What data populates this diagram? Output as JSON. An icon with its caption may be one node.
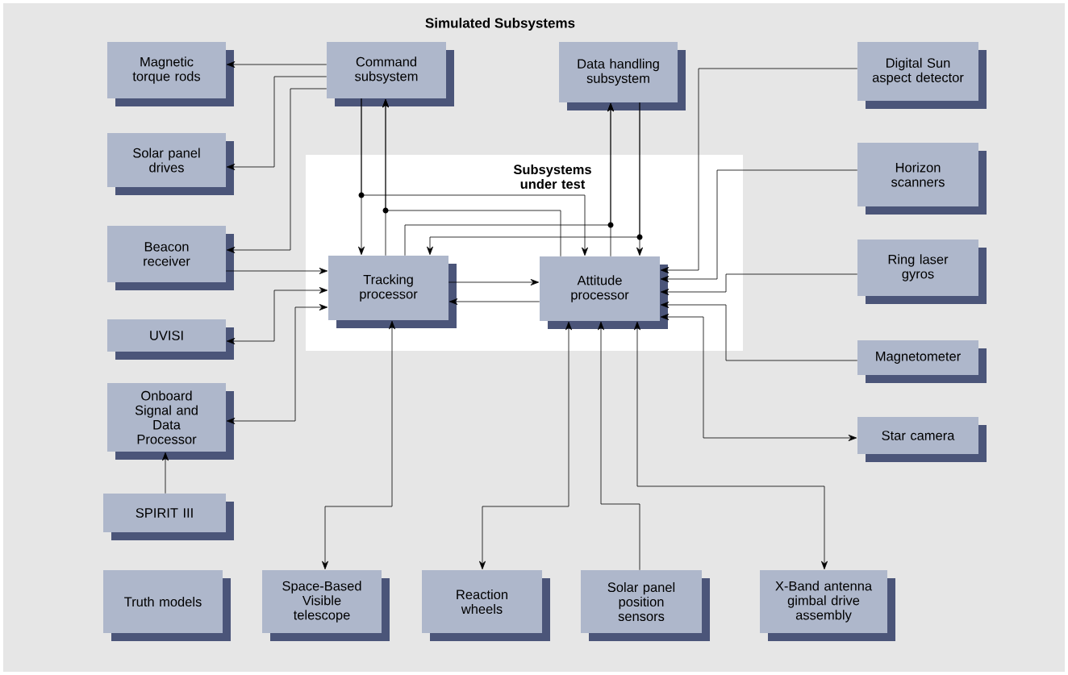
{
  "diagram": {
    "title": "Simulated Subsystems",
    "nodes": [
      {
        "text": [
          "Magnetic torque rods"
        ]
      },
      {
        "text": [
          "Command subsystem"
        ]
      },
      {
        "text": [
          "Data handling subsystem"
        ]
      },
      {
        "text": [
          "Digital Sun aspect detector"
        ]
      },
      {
        "text": [
          "Solar panel drives"
        ]
      },
      {
        "text": [
          "Subsystems under test"
        ]
      },
      {
        "text": [
          "Tracking processor"
        ],
        "in": 5
      },
      {
        "text": [
          "Attitude processor"
        ],
        "in": 5
      },
      {
        "text": [
          "Horizon scanners"
        ]
      },
      {
        "text": [
          "Beacon receiver"
        ]
      },
      {
        "text": [
          "Ring laser gyros"
        ]
      },
      {
        "text": [
          "UVISI"
        ]
      },
      {
        "text": [
          "Magnetometer"
        ]
      },
      {
        "text": [
          "Onboard Signal and Data Processor"
        ]
      },
      {
        "text": [
          "Star camera"
        ]
      },
      {
        "text": [
          "SPIRIT III"
        ]
      },
      {
        "text": [
          "Truth models"
        ]
      },
      {
        "text": [
          "Space-Based Visible telescope"
        ]
      },
      {
        "text": [
          "Reaction wheels"
        ]
      },
      {
        "text": [
          "Solar panel position sensors"
        ]
      },
      {
        "text": [
          "X-Band antenna gimbal drive assembly"
        ]
      }
    ],
    "edges": [
      {
        "from": 1,
        "to": 0,
        "arrow": "to"
      },
      {
        "from": 1,
        "to": 4,
        "arrow": "to"
      },
      {
        "from": 1,
        "to": 9,
        "arrow": "to"
      },
      {
        "from": 1,
        "to": 6,
        "arrow": "to"
      },
      {
        "from": 1,
        "to": 7,
        "arrow": "to"
      },
      {
        "from": 6,
        "to": 1,
        "arrow": "to"
      },
      {
        "from": 7,
        "to": 1,
        "arrow": "to"
      },
      {
        "from": 7,
        "to": 2,
        "arrow": "to"
      },
      {
        "from": 6,
        "to": 2,
        "arrow": "to"
      },
      {
        "from": 2,
        "to": 7,
        "arrow": "to"
      },
      {
        "from": 2,
        "to": 6,
        "arrow": "to"
      },
      {
        "from": 9,
        "to": 6,
        "arrow": "to"
      },
      {
        "from": 6,
        "to": 11,
        "arrow": "both"
      },
      {
        "from": 6,
        "to": 13,
        "arrow": "both"
      },
      {
        "from": 15,
        "to": 13,
        "arrow": "to"
      },
      {
        "from": 6,
        "to": 7,
        "arrow": "to"
      },
      {
        "from": 7,
        "to": 6,
        "arrow": "to"
      },
      {
        "from": 3,
        "to": 7,
        "arrow": "to"
      },
      {
        "from": 8,
        "to": 7,
        "arrow": "to"
      },
      {
        "from": 10,
        "to": 7,
        "arrow": "to"
      },
      {
        "from": 12,
        "to": 7,
        "arrow": "to"
      },
      {
        "from": 7,
        "to": 14,
        "arrow": "both"
      },
      {
        "from": 6,
        "to": 17,
        "arrow": "both"
      },
      {
        "from": 7,
        "to": 18,
        "arrow": "both"
      },
      {
        "from": 19,
        "to": 7,
        "arrow": "to"
      },
      {
        "from": 7,
        "to": 20,
        "arrow": "both"
      }
    ]
  }
}
